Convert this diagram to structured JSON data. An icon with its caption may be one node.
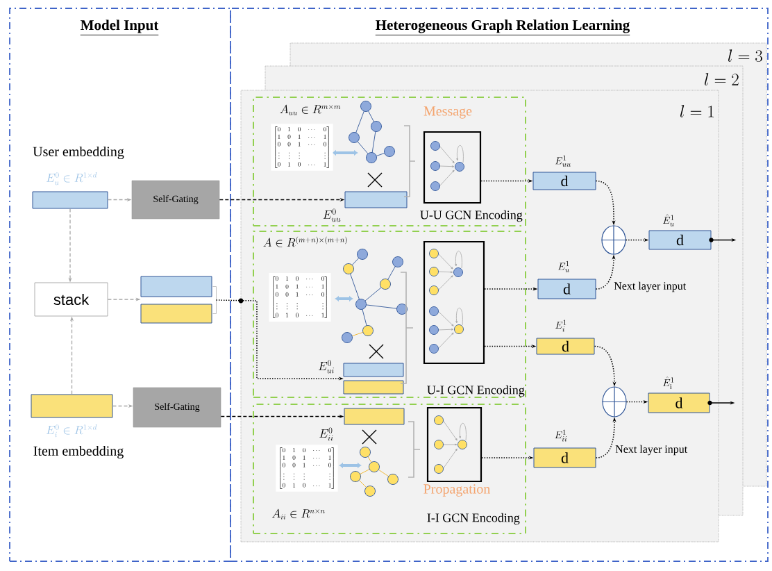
{
  "diagram": {
    "nodes": [
      {
        "text": [
          "Model Input"
        ]
      },
      {
        "text": [
          "Heterogeneous Graph Relation Learning"
        ]
      },
      {
        "text": [
          "l=1"
        ],
        "in": 1
      },
      {
        "text": [
          "U-U GCN Encoding"
        ],
        "in": 2
      },
      {
        "text": [
          "U-I GCN Encoding"
        ],
        "in": 2
      },
      {
        "text": [
          "I-I GCN Encoding"
        ],
        "in": 2
      },
      {
        "text": [
          "User embedding",
          "E_{u}^{0}\\in R^{1\\times d}"
        ],
        "in": 0
      },
      {
        "text": [
          "Self-Gating"
        ],
        "in": 0
      },
      {
        "text": [
          "stack"
        ],
        "in": 0
      },
      {
        "text": [],
        "shape": "bar",
        "in": 0
      },
      {
        "text": [],
        "shape": "bar",
        "in": 0
      },
      {
        "text": [
          "E_{i}^{0}\\in R^{1\\times d}",
          "Item embedding"
        ],
        "in": 0
      },
      {
        "text": [
          "Self-Gating"
        ],
        "in": 0
      },
      {
        "text": [
          "E_{uu}^{0}"
        ],
        "in": 3
      },
      {
        "text": [],
        "shape": "box",
        "in": 3
      },
      {
        "text": [
          "E_{ui}^{0}"
        ],
        "in": 4
      },
      {
        "text": [],
        "shape": "box",
        "in": 4
      },
      {
        "text": [
          "E_{ii}^{0}"
        ],
        "in": 5
      },
      {
        "text": [],
        "shape": "box",
        "in": 5
      },
      {
        "text": [
          "E_{uu}^{1}",
          "d"
        ],
        "in": 2
      },
      {
        "text": [
          "E_{u}^{1}",
          "d"
        ],
        "in": 2
      },
      {
        "text": [
          "E_{i}^{1}",
          "d"
        ],
        "in": 2
      },
      {
        "text": [
          "E_{ii}^{1}",
          "d"
        ],
        "in": 2
      },
      {
        "text": [],
        "shape": "circle",
        "in": 2
      },
      {
        "text": [
          "\\hat{E}_{u}^{1}",
          "d"
        ],
        "in": 2
      },
      {
        "text": [],
        "shape": "circle",
        "in": 2
      },
      {
        "text": [
          "\\hat{E}_{\\mathrm{i}}^{1}",
          "d"
        ],
        "in": 2
      }
    ],
    "edges": [
      {
        "from": 6,
        "to": 7,
        "arrow": "to",
        "style": "dashed",
        "color": "#a6a6a6"
      },
      {
        "from": 6,
        "to": 8,
        "arrow": "to",
        "style": "dashed",
        "color": "#a6a6a6"
      },
      {
        "from": 11,
        "to": 8,
        "arrow": "to",
        "style": "dashed",
        "color": "#a6a6a6"
      },
      {
        "from": 11,
        "to": 12,
        "arrow": "to",
        "style": "dashed",
        "color": "#a6a6a6"
      },
      {
        "from": 8,
        "to": 9,
        "arrow": "to",
        "style": "dashed",
        "color": "#a6a6a6"
      },
      {
        "from": 7,
        "to": 13,
        "arrow": "to",
        "style": "dashed"
      },
      {
        "from": 12,
        "to": 17,
        "arrow": "to",
        "style": "dashed"
      },
      {
        "from": 9,
        "to": 15,
        "arrow": "to",
        "style": "dashed"
      },
      {
        "from": 10,
        "to": 15,
        "arrow": "to",
        "style": "dashed"
      },
      {
        "from": 14,
        "to": 19,
        "arrow": "to",
        "style": "dashed"
      },
      {
        "from": 16,
        "to": 20,
        "arrow": "to",
        "style": "dashed"
      },
      {
        "from": 16,
        "to": 21,
        "arrow": "to",
        "style": "dashed"
      },
      {
        "from": 18,
        "to": 22,
        "arrow": "to",
        "style": "dashed"
      },
      {
        "from": 19,
        "to": 23,
        "arrow": "to",
        "style": "dashed"
      },
      {
        "from": 20,
        "to": 23,
        "arrow": "to",
        "style": "dashed"
      },
      {
        "from": 23,
        "to": 24,
        "arrow": "to",
        "style": "dashed"
      },
      {
        "from": 21,
        "to": 25,
        "arrow": "to",
        "style": "dashed"
      },
      {
        "from": 22,
        "to": 25,
        "arrow": "to",
        "style": "dashed"
      },
      {
        "from": 25,
        "to": 26,
        "arrow": "to",
        "style": "dashed"
      },
      {
        "from": 24,
        "to": null,
        "arrow": "to"
      },
      {
        "from": 26,
        "to": null,
        "arrow": "to"
      }
    ],
    "labels": [
      "l=3",
      "l=2",
      "A_{uu}\\in R^{m\\times m}",
      "Message",
      "\\begin{bmatrix}0&1&0&\\cdots&0\\\\1&0&1&\\cdots&1\\\\0&0&1&\\cdots&0\\\\\\vdots&\\vdots&\\vdots&&\\vdots\\\\0&1&0&\\cdots&1\\end{bmatrix}",
      "A\\in R^{(m+n)\\times(m+n)}",
      "\\begin{bmatrix}0&1&0&\\cdots&0\\\\1&0&1&\\cdots&1\\\\0&0&1&\\cdots&0\\\\\\vdots&\\vdots&\\vdots&&\\vdots\\\\0&1&0&\\cdots&1\\end{bmatrix}",
      "\\begin{bmatrix}0&1&0&\\cdots&0\\\\1&0&1&\\cdots&1\\\\0&0&1&\\cdots&0\\\\\\vdots&\\vdots&\\vdots&&\\vdots\\\\0&1&0&\\cdots&1\\end{bmatrix}",
      "Propagation",
      "A_{ii}\\in R^{n\\times n}",
      "Next layer input",
      "Next layer input"
    ]
  }
}
